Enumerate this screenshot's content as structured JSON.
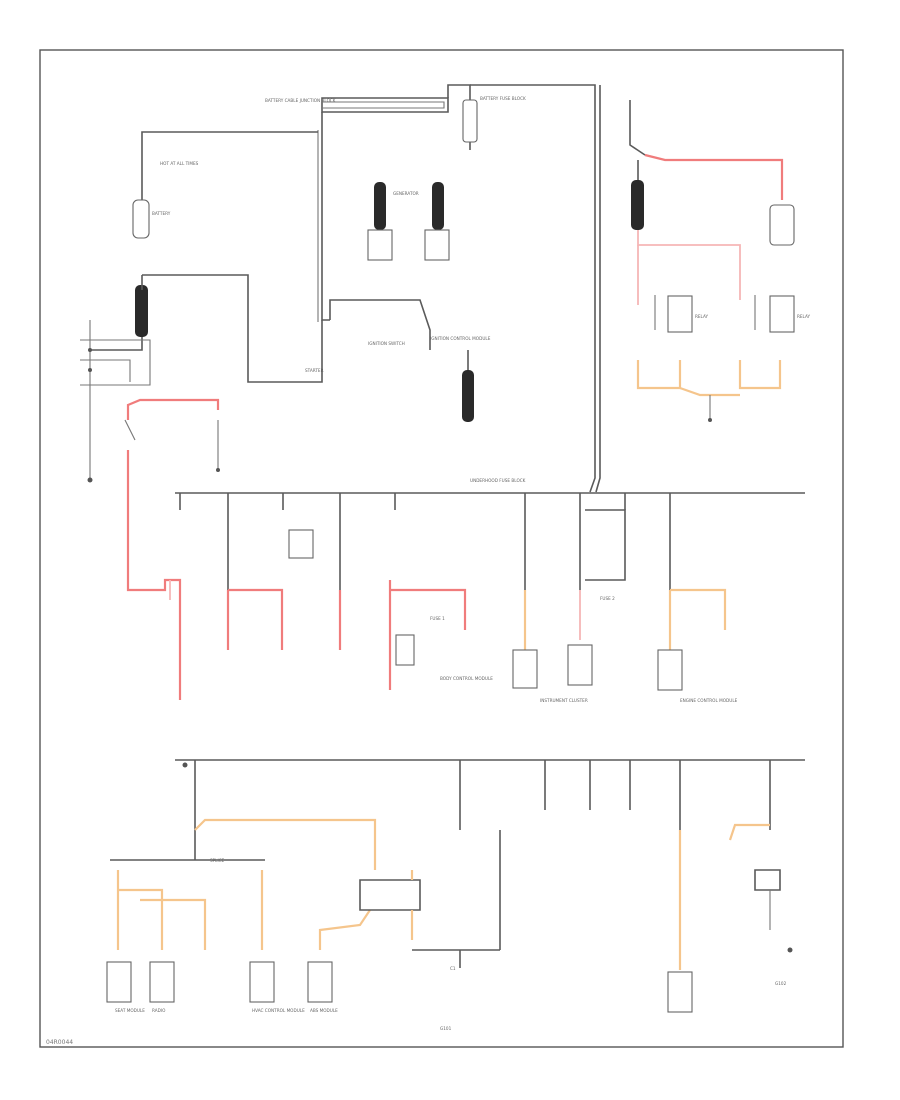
{
  "diagram": {
    "labels": {
      "battery_cable": "BATTERY CABLE JUNCTION BLOCK",
      "battery_fuse": "BATTERY FUSE BLOCK",
      "hot_at_all": "HOT AT ALL TIMES",
      "battery": "BATTERY",
      "generator": "GENERATOR",
      "starter": "STARTER",
      "ign_switch": "IGNITION SWITCH",
      "ign_control": "IGNITION CONTROL MODULE",
      "underhood": "UNDERHOOD FUSE BLOCK",
      "fuse_1": "FUSE 1",
      "fuse_2": "FUSE 2",
      "relay_1": "RELAY",
      "relay_2": "RELAY",
      "splice": "SPLICE",
      "body_module": "BODY CONTROL MODULE",
      "instrument_cluster": "INSTRUMENT CLUSTER",
      "engine_control": "ENGINE CONTROL MODULE",
      "abs_module": "ABS MODULE",
      "radio": "RADIO",
      "hvac": "HVAC CONTROL MODULE",
      "seat_module": "SEAT MODULE",
      "ground": "G101",
      "ground_2": "G102",
      "footer": "C1",
      "code": "04R0044"
    }
  }
}
